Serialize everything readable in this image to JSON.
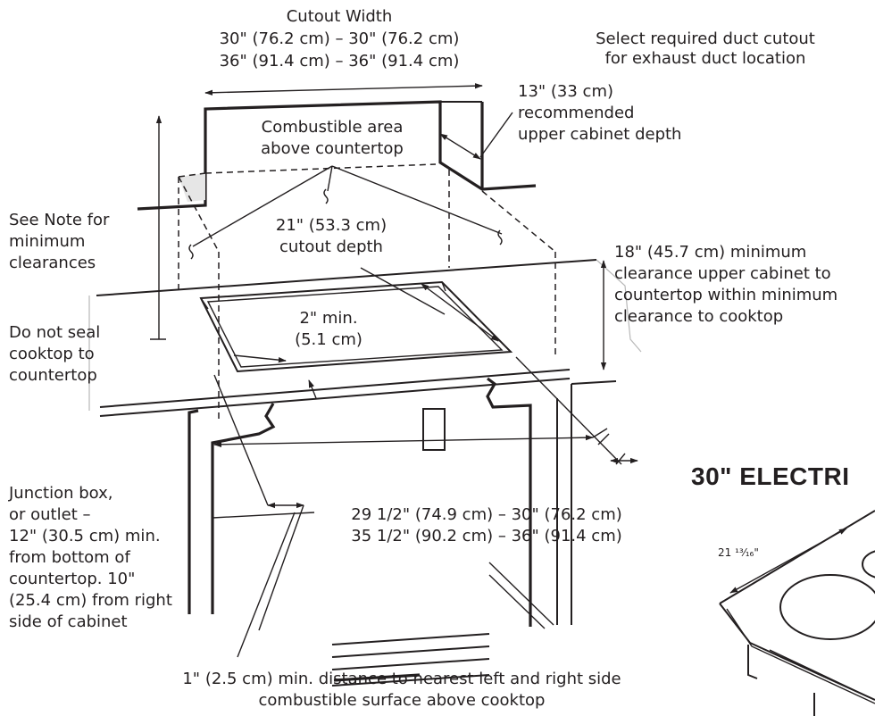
{
  "labels": {
    "cutout_width_title": "Cutout Width",
    "cutout_width_line1": "30\" (76.2 cm) – 30\" (76.2 cm)",
    "cutout_width_line2": "36\" (91.4 cm) – 36\" (91.4 cm)",
    "duct_line1": "Select required duct cutout",
    "duct_line2": "for exhaust duct location",
    "cabinet_depth_line1": "13\" (33 cm)",
    "cabinet_depth_line2": "recommended",
    "cabinet_depth_line3": "upper cabinet depth",
    "combustible_line1": "Combustible area",
    "combustible_line2": "above countertop",
    "see_note_line1": "See Note for",
    "see_note_line2": "minimum",
    "see_note_line3": "clearances",
    "cutout_depth_line1": "21\" (53.3 cm)",
    "cutout_depth_line2": "cutout depth",
    "clearance_line1": "18\" (45.7 cm) minimum",
    "clearance_line2": "clearance upper cabinet to",
    "clearance_line3": "countertop within minimum",
    "clearance_line4": "clearance to cooktop",
    "min_2_line1": "2\" min.",
    "min_2_line2": "(5.1 cm)",
    "do_not_seal_line1": "Do not seal",
    "do_not_seal_line2": "cooktop to",
    "do_not_seal_line3": "countertop",
    "electric_title": "30\" ELECTRI",
    "dim_21": "21 ¹³⁄₁₆\"",
    "junction_line1": "Junction box,",
    "junction_line2": "or outlet –",
    "junction_line3": "12\" (30.5 cm) min.",
    "junction_line4": "from bottom of",
    "junction_line5": "countertop. 10\"",
    "junction_line6": "(25.4 cm) from right",
    "junction_line7": "side of cabinet",
    "cabinet_width_line1": "29 1/2\" (74.9 cm) – 30\" (76.2 cm)",
    "cabinet_width_line2": "35 1/2\" (90.2 cm) – 36\" (91.4 cm)",
    "side_distance_line1": "1\" (2.5 cm) min. distance to nearest left and right side",
    "side_distance_line2": "combustible surface above cooktop"
  },
  "colors": {
    "ink": "#231f20",
    "shade": "#e6e6e6",
    "background": "#ffffff"
  }
}
